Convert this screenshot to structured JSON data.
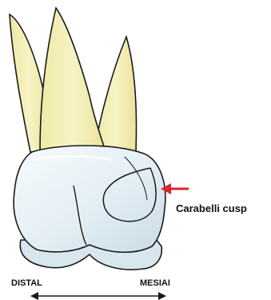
{
  "labels": {
    "cusp": "Carabelli cusp",
    "distal": "DISTAL",
    "mesial": "MESIAI"
  },
  "colors": {
    "root": "#f3eeb3",
    "crown": "#e6f0f5",
    "outline": "#1a1a1a",
    "arrow": "#d9262c"
  }
}
